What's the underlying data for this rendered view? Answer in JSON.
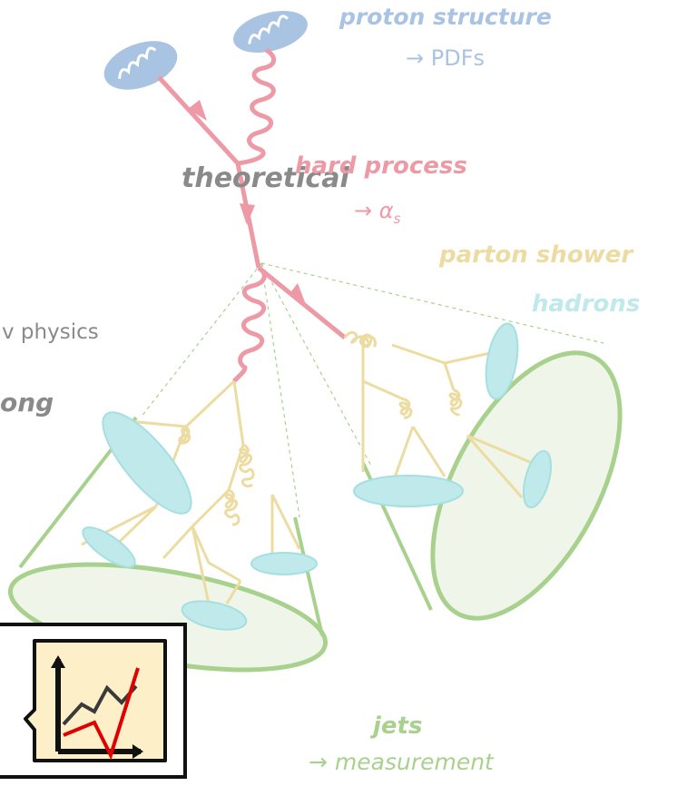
{
  "labels": {
    "proton_structure": "proton structure",
    "pdfs": "→ PDFs",
    "theoretical": "theoretical",
    "hard_process": "hard process",
    "alpha_s": "→ αs",
    "parton_shower": "parton shower",
    "hadrons": "hadrons",
    "new_physics": "v physics",
    "strong": "ong",
    "jets": "jets",
    "measurement": "→ measurement"
  },
  "colors": {
    "proton": "#a9c3e3",
    "hard": "#ee9aa6",
    "shower": "#ecdca2",
    "hadron": "#bfe9ea",
    "jet": "#a9d18e",
    "gray": "#8a8a8a",
    "icon_bg": "#fdf0c8",
    "icon_red": "#e00000",
    "icon_gray": "#3a3a3a"
  },
  "icons": {
    "measurement_chart": "line-chart-icon"
  }
}
